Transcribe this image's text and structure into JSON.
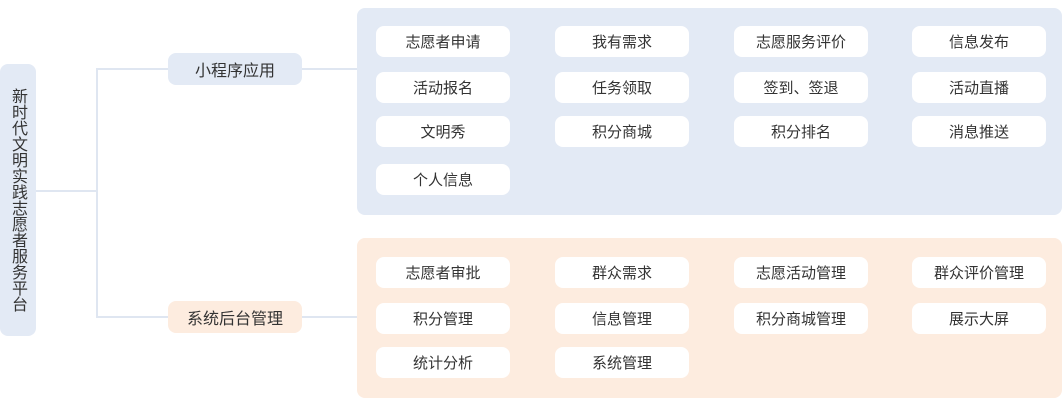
{
  "root": {
    "label": "新时代文明实践志愿者服务平台"
  },
  "categories": [
    {
      "label": "小程序应用",
      "items": [
        "志愿者申请",
        "我有需求",
        "志愿服务评价",
        "信息发布",
        "活动报名",
        "任务领取",
        "签到、签退",
        "活动直播",
        "文明秀",
        "积分商城",
        "积分排名",
        "消息推送",
        "个人信息"
      ]
    },
    {
      "label": "系统后台管理",
      "items": [
        "志愿者审批",
        "群众需求",
        "志愿活动管理",
        "群众评价管理",
        "积分管理",
        "信息管理",
        "积分商城管理",
        "展示大屏",
        "统计分析",
        "系统管理"
      ]
    }
  ],
  "colors": {
    "blue_panel": "#e3eaf5",
    "orange_panel": "#fdecdf",
    "connector": "#dfe6f1"
  }
}
